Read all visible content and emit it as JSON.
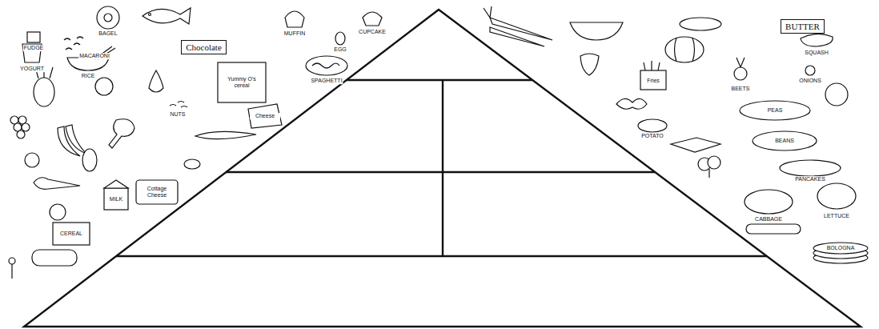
{
  "diagram": {
    "nodes": [
      {
        "text": [
          "Chocolate"
        ]
      },
      {
        "text": [
          "BUTTER"
        ]
      }
    ],
    "labels": [
      "FUDGE",
      "BAGEL",
      "MUFFIN",
      "CUPCAKE",
      "MACARONI",
      "YOGURT",
      "RICE",
      "EGG",
      "Yummy O's cereal",
      "SPAGHETTI",
      "NUTS",
      "Cheese",
      "Cottage Cheese",
      "MILK",
      "CEREAL",
      "Fries",
      "BEETS",
      "SQUASH",
      "ONIONS",
      "PEAS",
      "POTATO",
      "BEANS",
      "PANCAKES",
      "CABBAGE",
      "LETTUCE",
      "BOLOGNA"
    ]
  }
}
